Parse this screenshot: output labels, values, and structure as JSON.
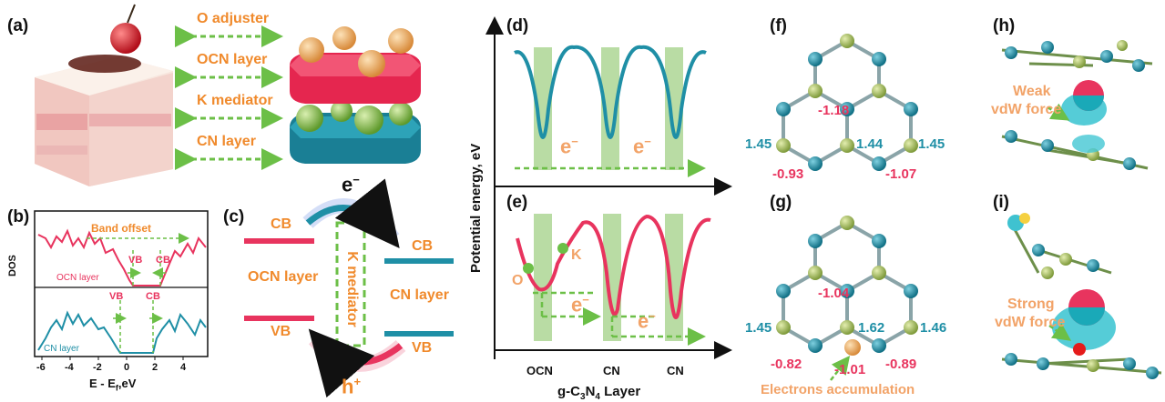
{
  "panels": {
    "a": "(a)",
    "b": "(b)",
    "c": "(c)",
    "d": "(d)",
    "e": "(e)",
    "f": "(f)",
    "g": "(g)",
    "h": "(h)",
    "i": "(i)"
  },
  "a": {
    "labels": [
      "O adjuster",
      "OCN layer",
      "K mediator",
      "CN layer"
    ]
  },
  "b": {
    "band_offset": "Band offset",
    "vb": "VB",
    "cb": "CB",
    "ocn_layer": "OCN layer",
    "cn_layer": "CN layer",
    "ylabel": "DOS",
    "xlabel": "E - E",
    "xlabel_sub": "f",
    "xlabel_unit": ",eV",
    "ticks": [
      "-6",
      "-4",
      "-2",
      "0",
      "2",
      "4"
    ]
  },
  "c": {
    "electron": "e",
    "electron_sup": "−",
    "hole": "h",
    "hole_sup": "+",
    "cb_left": "CB",
    "vb_left": "VB",
    "cb_right": "CB",
    "vb_right": "VB",
    "ocn_layer": "OCN layer",
    "cn_layer": "CN layer",
    "k_mediator": "K mediator"
  },
  "de": {
    "ylabel": "Potential energy, eV",
    "xlabel_pre": "g-C",
    "xlabel_sub1": "3",
    "xlabel_mid": "N",
    "xlabel_sub2": "4",
    "xlabel_post": " Layer",
    "xticks": [
      "OCN",
      "CN",
      "CN"
    ],
    "e_label": "e",
    "e_sup": "−",
    "o_label": "O",
    "k_label": "K"
  },
  "f": {
    "values": [
      "-1.18",
      "1.45",
      "1.44",
      "1.45",
      "-0.93",
      "-1.07"
    ]
  },
  "g": {
    "values": [
      "-1.04",
      "1.45",
      "1.62",
      "1.46",
      "-0.82",
      "-1.01",
      "-0.89"
    ],
    "caption": "Electrons accumulation"
  },
  "h": {
    "line1": "Weak",
    "line2": "vdW force"
  },
  "i": {
    "line1": "Strong",
    "line2": "vdW force"
  },
  "colors": {
    "pink": "#e8345e",
    "teal": "#1f8fa6",
    "orange": "#f08a2c",
    "green_dash": "#6cbf47",
    "band": "#b9dca4"
  }
}
